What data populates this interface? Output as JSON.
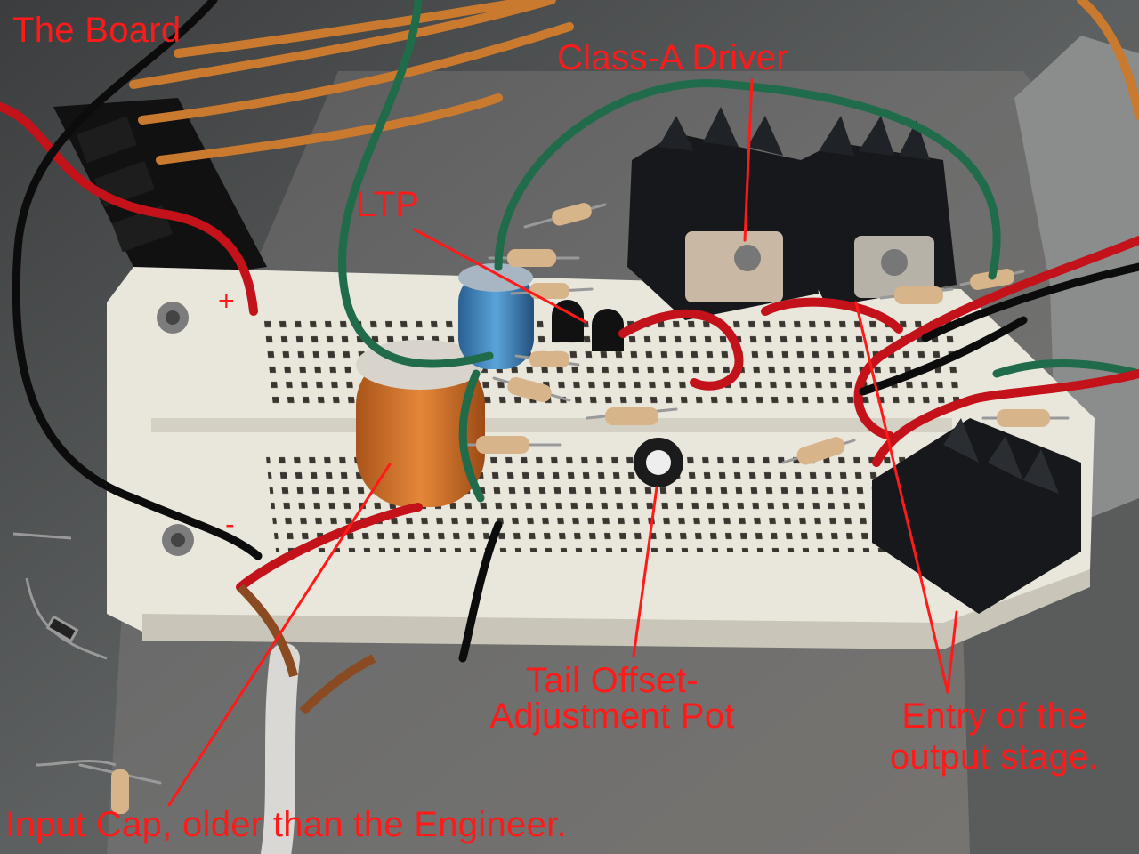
{
  "annotations": {
    "board": "The Board",
    "class_a_driver": "Class-A Driver",
    "ltp": "LTP",
    "tail_pot_line1": "Tail Offset-",
    "tail_pot_line2": "Adjustment Pot",
    "output_line1": "Entry of the",
    "output_line2": "output stage.",
    "input_cap": "Input Cap, older than the Engineer.",
    "rail_plus": "+",
    "rail_minus": "-"
  },
  "colors": {
    "annotation": "#ff1a1a",
    "breadboard": "#e9e6dc",
    "heatsink": "#16181b",
    "wire_green": "#1f6b4a",
    "wire_red": "#c4121a",
    "wire_black": "#0c0c0c",
    "speaker_wire": "#c97a2e",
    "electrolytic_orange": "#d9772a",
    "electrolytic_blue": "#3a86c4"
  },
  "icons": {
    "photo": "breadboard-amplifier-photo"
  }
}
